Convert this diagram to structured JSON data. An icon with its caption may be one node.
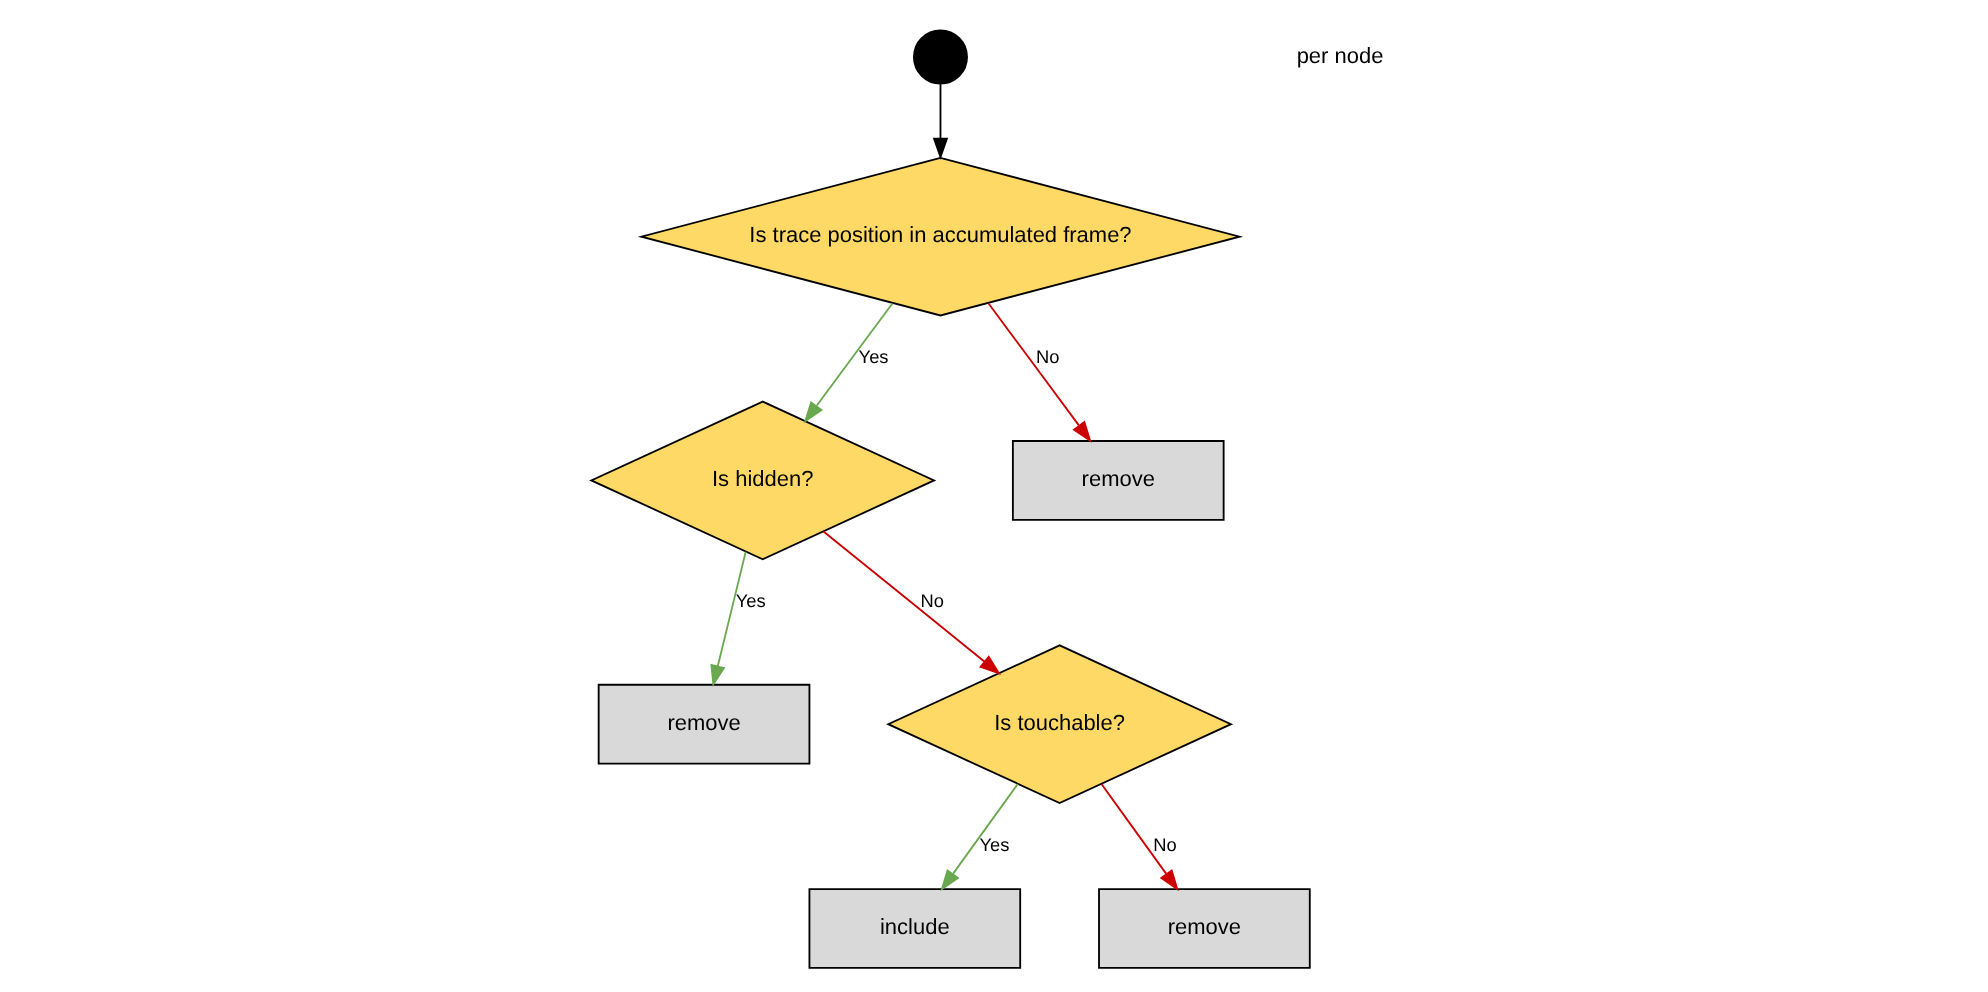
{
  "diagram": {
    "nodes": [
      {
        "text": [],
        "shape": "circle"
      },
      {
        "text": [
          "Is trace position in accumulated frame?"
        ]
      },
      {
        "text": [
          "remove"
        ]
      },
      {
        "text": [
          "Is hidden?"
        ]
      },
      {
        "text": [
          "remove"
        ]
      },
      {
        "text": [
          "Is touchable?"
        ]
      },
      {
        "text": [
          "include"
        ]
      },
      {
        "text": [
          "remove"
        ]
      }
    ],
    "edges": [
      {
        "from": 0,
        "to": 1,
        "arrow": "to",
        "color": "#000000"
      },
      {
        "from": 1,
        "to": 3,
        "arrow": "to",
        "label": "Yes",
        "color": "#6aa84f"
      },
      {
        "from": 1,
        "to": 2,
        "arrow": "to",
        "label": "No",
        "color": "#cc0000"
      },
      {
        "from": 3,
        "to": 4,
        "arrow": "to",
        "label": "Yes",
        "color": "#6aa84f"
      },
      {
        "from": 3,
        "to": 5,
        "arrow": "to",
        "label": "No",
        "color": "#cc0000"
      },
      {
        "from": 5,
        "to": 6,
        "arrow": "to",
        "label": "Yes",
        "color": "#6aa84f"
      },
      {
        "from": 5,
        "to": 7,
        "arrow": "to",
        "label": "No",
        "color": "#cc0000"
      }
    ],
    "labels": [
      "per node"
    ]
  }
}
